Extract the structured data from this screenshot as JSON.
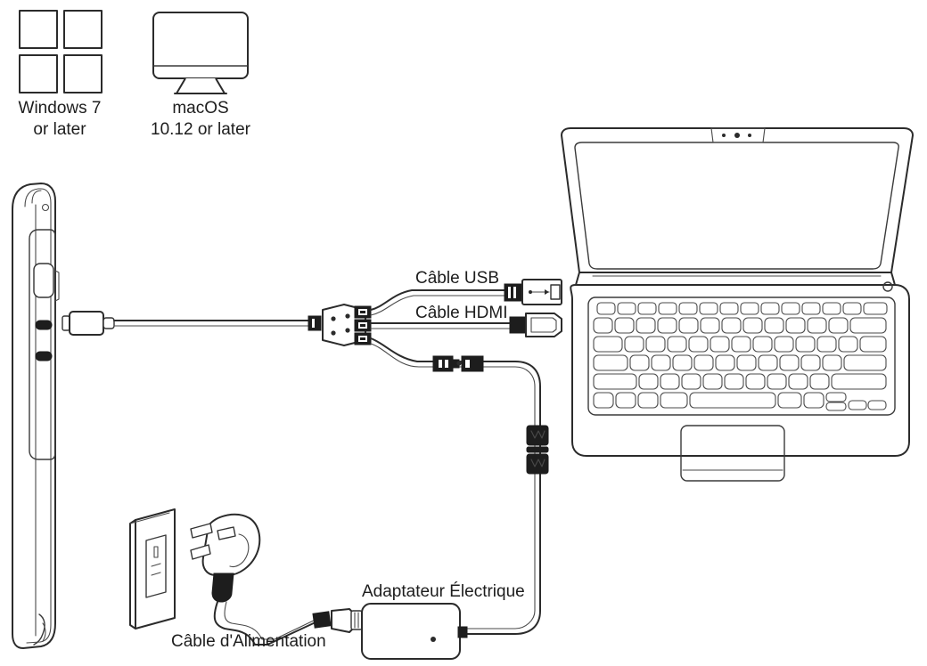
{
  "diagram": {
    "title": "Connexion de la tablette graphique",
    "type": "connection-diagram",
    "line_color": "#2b2b2b",
    "background_color": "#ffffff"
  },
  "os_requirements": [
    {
      "icon": "windows-logo-icon",
      "line1": "Windows 7",
      "line2": "or later"
    },
    {
      "icon": "macos-monitor-icon",
      "line1": "macOS",
      "line2": "10.12 or later"
    }
  ],
  "cable_labels": {
    "usb": "Câble USB",
    "hdmi": "Câble HDMI",
    "power_cable": "Câble d'Alimentation",
    "power_adapter": "Adaptateur Électrique"
  },
  "devices": {
    "tablet": {
      "name": "Tablette graphique (vue de côté)",
      "icon": "pen-display-tablet-icon"
    },
    "laptop": {
      "name": "Ordinateur portable",
      "icon": "laptop-icon"
    },
    "wall_socket": {
      "name": "Prise murale",
      "icon": "wall-socket-icon"
    },
    "mains_plug": {
      "name": "Fiche secteur",
      "icon": "uk-plug-icon"
    },
    "hub": {
      "name": "Boîtier répartiteur 3-en-1",
      "icon": "splitter-hub-icon"
    },
    "adapter_brick": {
      "name": "Adaptateur électrique",
      "icon": "power-brick-icon"
    }
  },
  "connectors": {
    "usb_c_to_tablet": "USB-C",
    "usb_a": "USB-A",
    "hdmi": "HDMI",
    "inline_coupler": "Raccord en ligne",
    "vertical_coupler": "Raccord vertical",
    "iec_plug": "Fiche IEC"
  }
}
